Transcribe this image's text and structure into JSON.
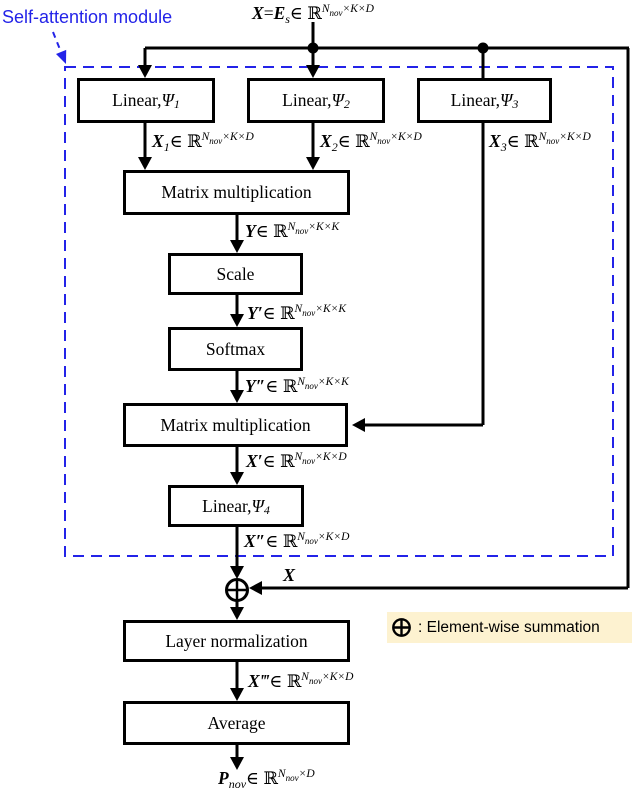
{
  "title": {
    "text": "Self-attention module"
  },
  "colors": {
    "accent_blue": "#2323e8",
    "legend_bg": "#fdf2d0",
    "line_black": "#000000"
  },
  "boxes": {
    "linear1": {
      "parts": [
        [
          "r",
          "Linear, "
        ],
        [
          "gi",
          "Ψ"
        ],
        [
          "sub",
          "1"
        ]
      ]
    },
    "linear2": {
      "parts": [
        [
          "r",
          "Linear, "
        ],
        [
          "gi",
          "Ψ"
        ],
        [
          "sub",
          "2"
        ]
      ]
    },
    "linear3": {
      "parts": [
        [
          "r",
          "Linear, "
        ],
        [
          "gi",
          "Ψ"
        ],
        [
          "sub",
          "3"
        ]
      ]
    },
    "matmul1": {
      "label": "Matrix multiplication"
    },
    "scale": {
      "label": "Scale"
    },
    "softmax": {
      "label": "Softmax"
    },
    "matmul2": {
      "label": "Matrix multiplication"
    },
    "linear4": {
      "parts": [
        [
          "r",
          "Linear, "
        ],
        [
          "gi",
          "Ψ"
        ],
        [
          "sub",
          "4"
        ]
      ]
    },
    "layernorm": {
      "label": "Layer normalization"
    },
    "average": {
      "label": "Average"
    }
  },
  "dim_labels": {
    "input": [
      [
        "v",
        "X"
      ],
      [
        "r",
        "="
      ],
      [
        "v",
        "E"
      ],
      [
        "sub",
        "s"
      ],
      [
        "r",
        "∈ "
      ],
      [
        "bb",
        "ℝ"
      ],
      [
        "ei",
        "N"
      ],
      [
        "es",
        "nov"
      ],
      [
        "ei",
        "×K×D"
      ]
    ],
    "x1": [
      [
        "v",
        "X"
      ],
      [
        "sub",
        "1"
      ],
      [
        "r",
        "∈ "
      ],
      [
        "bb",
        "ℝ"
      ],
      [
        "ei",
        "N"
      ],
      [
        "es",
        "nov"
      ],
      [
        "ei",
        "×K×D"
      ]
    ],
    "x2": [
      [
        "v",
        "X"
      ],
      [
        "sub",
        "2"
      ],
      [
        "r",
        "∈ "
      ],
      [
        "bb",
        "ℝ"
      ],
      [
        "ei",
        "N"
      ],
      [
        "es",
        "nov"
      ],
      [
        "ei",
        "×K×D"
      ]
    ],
    "x3": [
      [
        "v",
        "X"
      ],
      [
        "sub",
        "3"
      ],
      [
        "r",
        "∈ "
      ],
      [
        "bb",
        "ℝ"
      ],
      [
        "ei",
        "N"
      ],
      [
        "es",
        "nov"
      ],
      [
        "ei",
        "×K×D"
      ]
    ],
    "y": [
      [
        "v",
        "Y"
      ],
      [
        "r",
        "∈ "
      ],
      [
        "bb",
        "ℝ"
      ],
      [
        "ei",
        "N"
      ],
      [
        "es",
        "nov"
      ],
      [
        "ei",
        "×K×K"
      ]
    ],
    "y_prime": [
      [
        "v",
        "Y′"
      ],
      [
        "r",
        "∈ "
      ],
      [
        "bb",
        "ℝ"
      ],
      [
        "ei",
        "N"
      ],
      [
        "es",
        "nov"
      ],
      [
        "ei",
        "×K×K"
      ]
    ],
    "y_dprime": [
      [
        "v",
        "Y″"
      ],
      [
        "r",
        "∈ "
      ],
      [
        "bb",
        "ℝ"
      ],
      [
        "ei",
        "N"
      ],
      [
        "es",
        "nov"
      ],
      [
        "ei",
        "×K×K"
      ]
    ],
    "x_prime": [
      [
        "v",
        "X′"
      ],
      [
        "r",
        "∈ "
      ],
      [
        "bb",
        "ℝ"
      ],
      [
        "ei",
        "N"
      ],
      [
        "es",
        "nov"
      ],
      [
        "ei",
        "×K×D"
      ]
    ],
    "x_dprime": [
      [
        "v",
        "X″"
      ],
      [
        "r",
        "∈ "
      ],
      [
        "bb",
        "ℝ"
      ],
      [
        "ei",
        "N"
      ],
      [
        "es",
        "nov"
      ],
      [
        "ei",
        "×K×D"
      ]
    ],
    "x_feedback": [
      [
        "v",
        "X"
      ]
    ],
    "x_tprime": [
      [
        "v",
        "X‴"
      ],
      [
        "r",
        "∈ "
      ],
      [
        "bb",
        "ℝ"
      ],
      [
        "ei",
        "N"
      ],
      [
        "es",
        "nov"
      ],
      [
        "ei",
        "×K×D"
      ]
    ],
    "p_nov": [
      [
        "v",
        "P"
      ],
      [
        "sub",
        "nov"
      ],
      [
        "r",
        "∈ "
      ],
      [
        "bb",
        "ℝ"
      ],
      [
        "ei",
        "N"
      ],
      [
        "es",
        "nov"
      ],
      [
        "ei",
        "×D"
      ]
    ]
  },
  "legend": {
    "symbol": "⊕",
    "text": ": Element-wise summation"
  }
}
